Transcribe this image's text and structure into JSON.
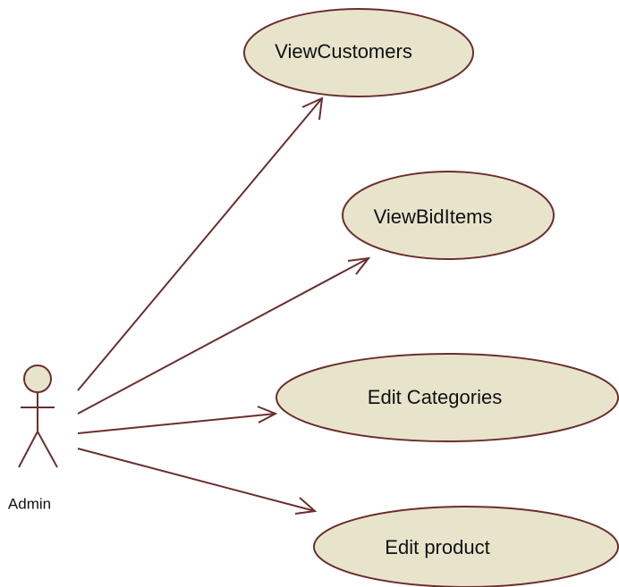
{
  "colors": {
    "usecase_fill": "#e8e4cc",
    "stroke": "#6b2e2e",
    "text": "#111111"
  },
  "actor": {
    "name": "Admin",
    "icon": "stick-figure-icon"
  },
  "use_cases": [
    {
      "id": "view-customers",
      "label": "ViewCustomers"
    },
    {
      "id": "view-bid-items",
      "label": "ViewBidItems"
    },
    {
      "id": "edit-categories",
      "label": "Edit Categories"
    },
    {
      "id": "edit-product",
      "label": "Edit product"
    }
  ],
  "associations": [
    {
      "from": "Admin",
      "to": "ViewCustomers"
    },
    {
      "from": "Admin",
      "to": "ViewBidItems"
    },
    {
      "from": "Admin",
      "to": "Edit Categories"
    },
    {
      "from": "Admin",
      "to": "Edit product"
    }
  ]
}
